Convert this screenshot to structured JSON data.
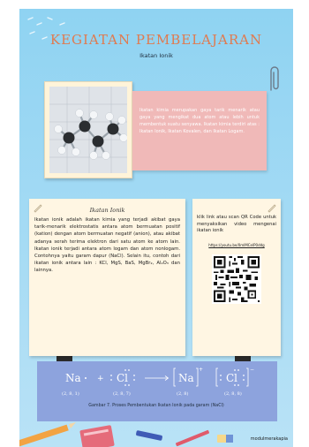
{
  "header": {
    "title": "KEGIATAN PEMBELAJARAN",
    "subtitle": "Ikatan Ionik"
  },
  "intro": {
    "text": "Ikatan kimia merupakan gaya tarik menarik atau gaya yang mengikat dua atom atau lebih untuk membentuk suatu senyawa. Ikatan kimia terdiri atas : Ikatan Ionik, Ikatan Kovalen, dan Ikatan Logam."
  },
  "ionic_section": {
    "heading": "Ikatan Ionik",
    "text": "Ikatan ionik adalah ikatan kimia yang terjadi akibat gaya tarik-menarik elektrostatis antara atom bermuatan positif (kation) dengan atom bermuatan negatif (anion), atau akibat adanya serah terima elektron dari satu atom ke atom lain. Ikatan ionik terjadi antara atom logam dan atom nonlogam. Contohnya yaitu garam dapur (NaCl). Selain itu, contoh dari ikatan ionik antara lain : KCl, MgS, BaS, MgBr₂, Al₂O₃ dan lainnya."
  },
  "video_section": {
    "text": "klik link atau scan QR Code untuk menyaksikan video mengenai ikatan ionik",
    "link": "https://youtu.be/0mIMCelP0ddg"
  },
  "reaction": {
    "na_left": "Na",
    "plus": "+",
    "cl_left": "Cl",
    "na_config_left": "(2, 8, 1)",
    "cl_config_left": "(2, 8, 7)",
    "na_right": "Na",
    "cl_right": "Cl",
    "charge_pos": "+",
    "charge_neg": "−",
    "na_config_right": "(2, 8)",
    "cl_config_right": "(2, 8, 8)"
  },
  "caption": "Gambar 7. Proses Pembentukan Ikatan Ionik pada garam (NaCl)",
  "watermark": "modulmerakapia",
  "colors": {
    "background": "#a8dbf4",
    "title": "#e07a4f",
    "pink_card": "#f0b9b8",
    "note_card": "#fff6e3",
    "reaction_box": "#8da3dd"
  }
}
